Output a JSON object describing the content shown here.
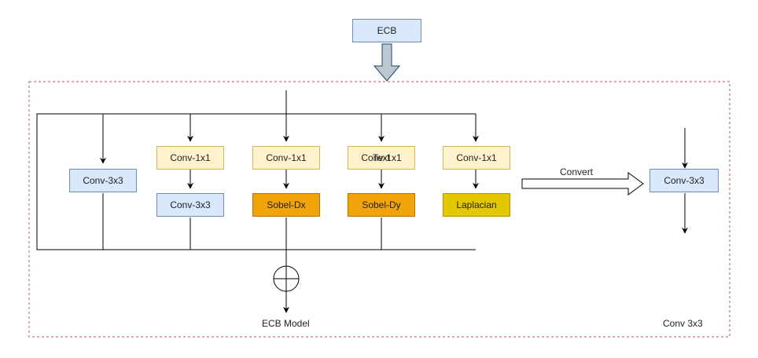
{
  "colors": {
    "blue_fill": "#dae8fc",
    "blue_border": "#6c8ebf",
    "yellow_fill": "#fff2cc",
    "yellow_border": "#d6b656",
    "orange_fill": "#f0a30a",
    "orange_border": "#bd7000",
    "gold_fill": "#e3c800",
    "gold_border": "#b09500",
    "frame_dash": "#b85450",
    "arrow_fill": "#bac8d3",
    "arrow_border": "#23445d"
  },
  "diagram": {
    "top_label": "ECB",
    "branches": [
      {
        "top": "Conv-3x3",
        "bottom": ""
      },
      {
        "top": "Conv-1x1",
        "bottom": "Conv-3x3"
      },
      {
        "top": "Conv-1x1",
        "bottom": "Sobel-Dx"
      },
      {
        "top": "Conv-1x1",
        "bottom": "Sobel-Dy",
        "overlay": "Text"
      },
      {
        "top": "Conv-1x1",
        "bottom": "Laplacian"
      }
    ],
    "convert_label": "Convert",
    "result_box": "Conv-3x3",
    "caption_left": "ECB Model",
    "caption_right": "Conv 3x3"
  }
}
